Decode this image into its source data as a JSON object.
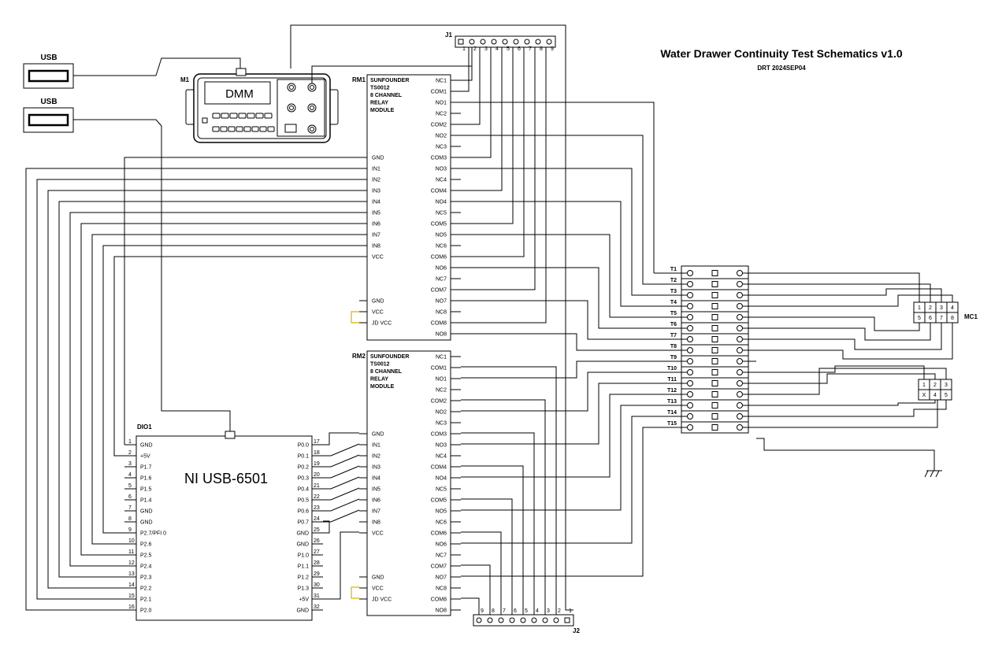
{
  "title": "Water Drawer Continuity Test Schematics v1.0",
  "subtitle": "DRT 2024SEP04",
  "usb": {
    "top_label": "USB",
    "bottom_label": "USB"
  },
  "dmm": {
    "ref": "M1",
    "display": "DMM"
  },
  "dio": {
    "ref": "DIO1",
    "name": "NI USB-6501",
    "left_labels": [
      "GND",
      "+5V",
      "P1.7",
      "P1.6",
      "P1.5",
      "P1.4",
      "GND",
      "GND",
      "P2.7/PFI 0",
      "P2.6",
      "P2.5",
      "P2.4",
      "P2.3",
      "P2.2",
      "P2.1",
      "P2.0"
    ],
    "left_numbers": [
      "1",
      "2",
      "3",
      "4",
      "5",
      "6",
      "7",
      "8",
      "9",
      "10",
      "11",
      "12",
      "13",
      "14",
      "15",
      "16"
    ],
    "right_labels": [
      "P0.0",
      "P0.1",
      "P0.2",
      "P0.3",
      "P0.4",
      "P0.5",
      "P0.6",
      "P0.7",
      "GND",
      "GND",
      "P1.0",
      "P1.1",
      "P1.2",
      "P1.3",
      "+5V",
      "GND"
    ],
    "right_numbers": [
      "17",
      "18",
      "19",
      "20",
      "21",
      "22",
      "23",
      "24",
      "25",
      "26",
      "27",
      "28",
      "29",
      "30",
      "31",
      "32"
    ]
  },
  "relay1": {
    "ref": "RM1",
    "title_lines": [
      "SUNFOUNDER",
      "TS0012",
      "8 CHANNEL",
      "RELAY",
      "MODULE"
    ],
    "left_labels": [
      "GND",
      "IN1",
      "IN2",
      "IN3",
      "IN4",
      "IN5",
      "IN6",
      "IN7",
      "IN8",
      "VCC",
      "GND",
      "VCC",
      "JD VCC"
    ],
    "right_labels": [
      "NC1",
      "COM1",
      "NO1",
      "NC2",
      "COM2",
      "NO2",
      "NC3",
      "COM3",
      "NO3",
      "NC4",
      "COM4",
      "NO4",
      "NC5",
      "COM5",
      "NO5",
      "NC6",
      "COM6",
      "NO6",
      "NC7",
      "COM7",
      "NO7",
      "NC8",
      "COM8",
      "NO8"
    ]
  },
  "relay2": {
    "ref": "RM2",
    "title_lines": [
      "SUNFOUNDER",
      "TS0012",
      "8 CHANNEL",
      "RELAY",
      "MODULE"
    ],
    "left_labels": [
      "GND",
      "IN1",
      "IN2",
      "IN3",
      "IN4",
      "IN5",
      "IN6",
      "IN7",
      "IN8",
      "VCC",
      "GND",
      "VCC",
      "JD VCC"
    ],
    "right_labels": [
      "NC1",
      "COM1",
      "NO1",
      "NC2",
      "COM2",
      "NO2",
      "NC3",
      "COM3",
      "NO3",
      "NC4",
      "COM4",
      "NO4",
      "NC5",
      "COM5",
      "NO5",
      "NC6",
      "COM6",
      "NO6",
      "NC7",
      "COM7",
      "NO7",
      "NC8",
      "COM8",
      "NO8"
    ]
  },
  "j1": {
    "ref": "J1",
    "pins": [
      "1",
      "2",
      "3",
      "4",
      "5",
      "6",
      "7",
      "8",
      "9"
    ]
  },
  "j2": {
    "ref": "J2",
    "pins": [
      "9",
      "8",
      "7",
      "6",
      "5",
      "4",
      "3",
      "2",
      "1"
    ]
  },
  "terminals": [
    "T1",
    "T2",
    "T3",
    "T4",
    "T5",
    "T6",
    "T7",
    "T8",
    "T9",
    "T10",
    "T11",
    "T12",
    "T13",
    "T14",
    "T15"
  ],
  "mc1": {
    "ref": "MC1",
    "row1": [
      "1",
      "2",
      "3",
      "4"
    ],
    "row2": [
      "5",
      "6",
      "7",
      "8"
    ]
  },
  "conn3": {
    "row1": [
      "1",
      "2",
      "3"
    ],
    "row2": [
      "X",
      "4",
      "5"
    ]
  }
}
